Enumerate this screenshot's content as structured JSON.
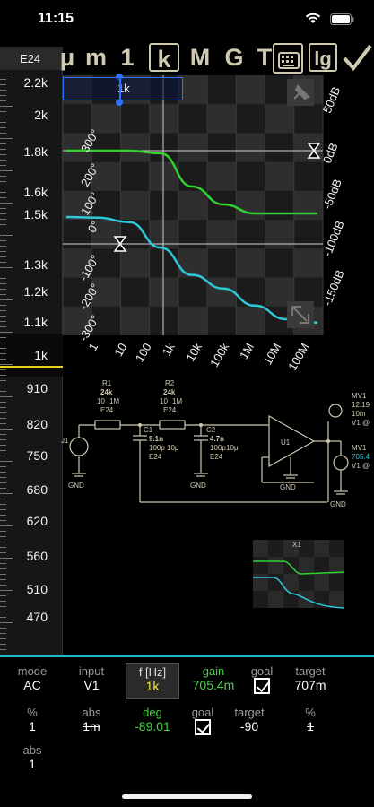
{
  "status": {
    "time": "11:15"
  },
  "ruler": {
    "series_label": "E24",
    "labels": [
      "2.2k",
      "2k",
      "1.8k",
      "1.6k",
      "1.5k",
      "1.3k",
      "1.2k",
      "1.1k",
      "1k",
      "910",
      "820",
      "750",
      "680",
      "620",
      "560",
      "510",
      "470"
    ]
  },
  "toolbar": {
    "buttons": [
      "μ",
      "m",
      "1",
      "k",
      "M",
      "G",
      "T"
    ],
    "active": "k"
  },
  "plot": {
    "freq_box": "1k",
    "phase_labels": [
      "300°",
      "200°",
      "100°",
      "0°",
      "-100°",
      "-200°",
      "-300°"
    ],
    "gain_labels": [
      "50dB",
      "0dB",
      "-50dB",
      "-100dB",
      "-150dB"
    ],
    "freq_labels": [
      "1",
      "10",
      "100",
      "1k",
      "10k",
      "100k",
      "1M",
      "10M",
      "100M"
    ]
  },
  "chart_data": {
    "type": "line",
    "x": [
      1,
      10,
      100,
      1000,
      10000,
      100000,
      1000000,
      10000000,
      100000000
    ],
    "series": [
      {
        "values_gain_db": [
          0,
          0,
          0,
          -3,
          -40,
          -60,
          -70,
          -70,
          -70
        ]
      },
      {
        "values_phase_deg": [
          0,
          -2,
          -15,
          -90,
          -170,
          -210,
          -260,
          -300,
          -310
        ]
      }
    ],
    "colors": {
      "gain": "#2fd22f",
      "phase": "#2ec8d8",
      "grid": "#2c2c2c"
    }
  },
  "circuit": {
    "r1": [
      "R1",
      "24k",
      "10",
      "1M",
      "E24"
    ],
    "r2": [
      "R2",
      "24k",
      "10",
      "1M",
      "E24"
    ],
    "c1": [
      "C1",
      "9.1n",
      "100p",
      "10μ",
      "E24"
    ],
    "c2": [
      "C2",
      "4.7n",
      "100p",
      "10μ",
      "E24"
    ],
    "opamp": "U1",
    "vsource": "J1",
    "gnd": "GND",
    "mv1": [
      "MV1",
      "705.4",
      "V1 @"
    ],
    "mv_top": [
      "MV1",
      "12.19",
      "10m",
      "V1 @"
    ],
    "mini_title": "X1"
  },
  "panel": {
    "row1": {
      "mode_label": "mode",
      "mode_value": "AC",
      "input_label": "input",
      "input_value": "V1",
      "freq_label": "f [Hz]",
      "freq_value": "1k",
      "gain_label": "gain",
      "gain_value": "705.4m",
      "goal_label": "goal",
      "target_label": "target",
      "target_value": "707m"
    },
    "row2": {
      "pct_label": "%",
      "pct_value": "1",
      "abs_label": "abs",
      "abs_value": "1m",
      "deg_label": "deg",
      "deg_value": "-89.01",
      "goal_label": "goal",
      "target_label": "target",
      "target_value": "-90",
      "pct2_label": "%",
      "pct2_value": "1"
    },
    "row3": {
      "abs_label": "abs",
      "abs_value": "1"
    }
  }
}
